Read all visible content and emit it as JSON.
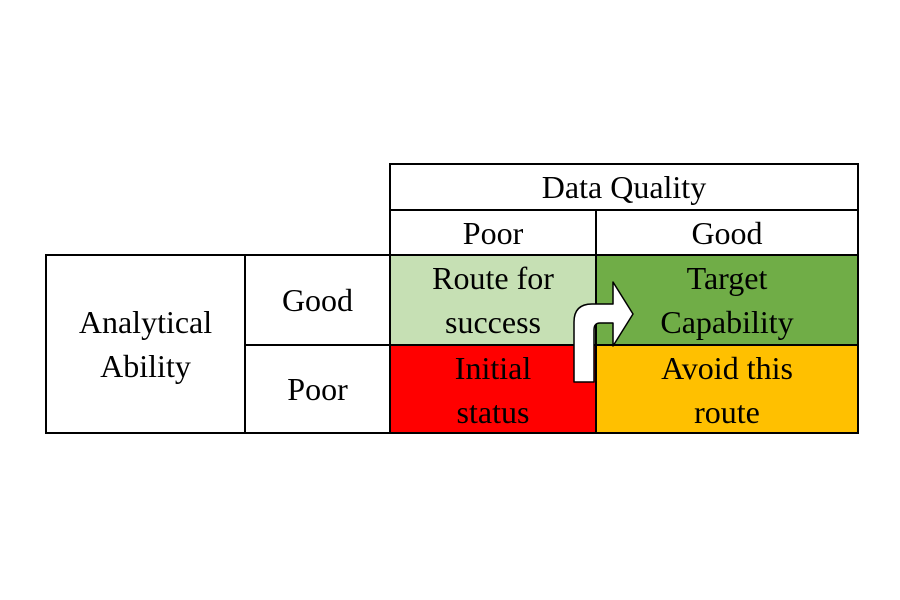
{
  "header": {
    "title": "Data Quality",
    "col_poor": "Poor",
    "col_good": "Good"
  },
  "rows": {
    "title": "Analytical\nAbility",
    "row_good": "Good",
    "row_poor": "Poor"
  },
  "quadrants": {
    "top_left": {
      "label": "Route for\nsuccess",
      "color": "#c6e0b4"
    },
    "top_right": {
      "label": "Target\nCapability",
      "color": "#70ad47"
    },
    "bottom_left": {
      "label": "Initial\nstatus",
      "color": "#ff0000"
    },
    "bottom_right": {
      "label": "Avoid this\nroute",
      "color": "#ffc000"
    }
  },
  "arrow": {
    "icon": "curved-arrow-right-icon",
    "color": "#ffffff"
  }
}
